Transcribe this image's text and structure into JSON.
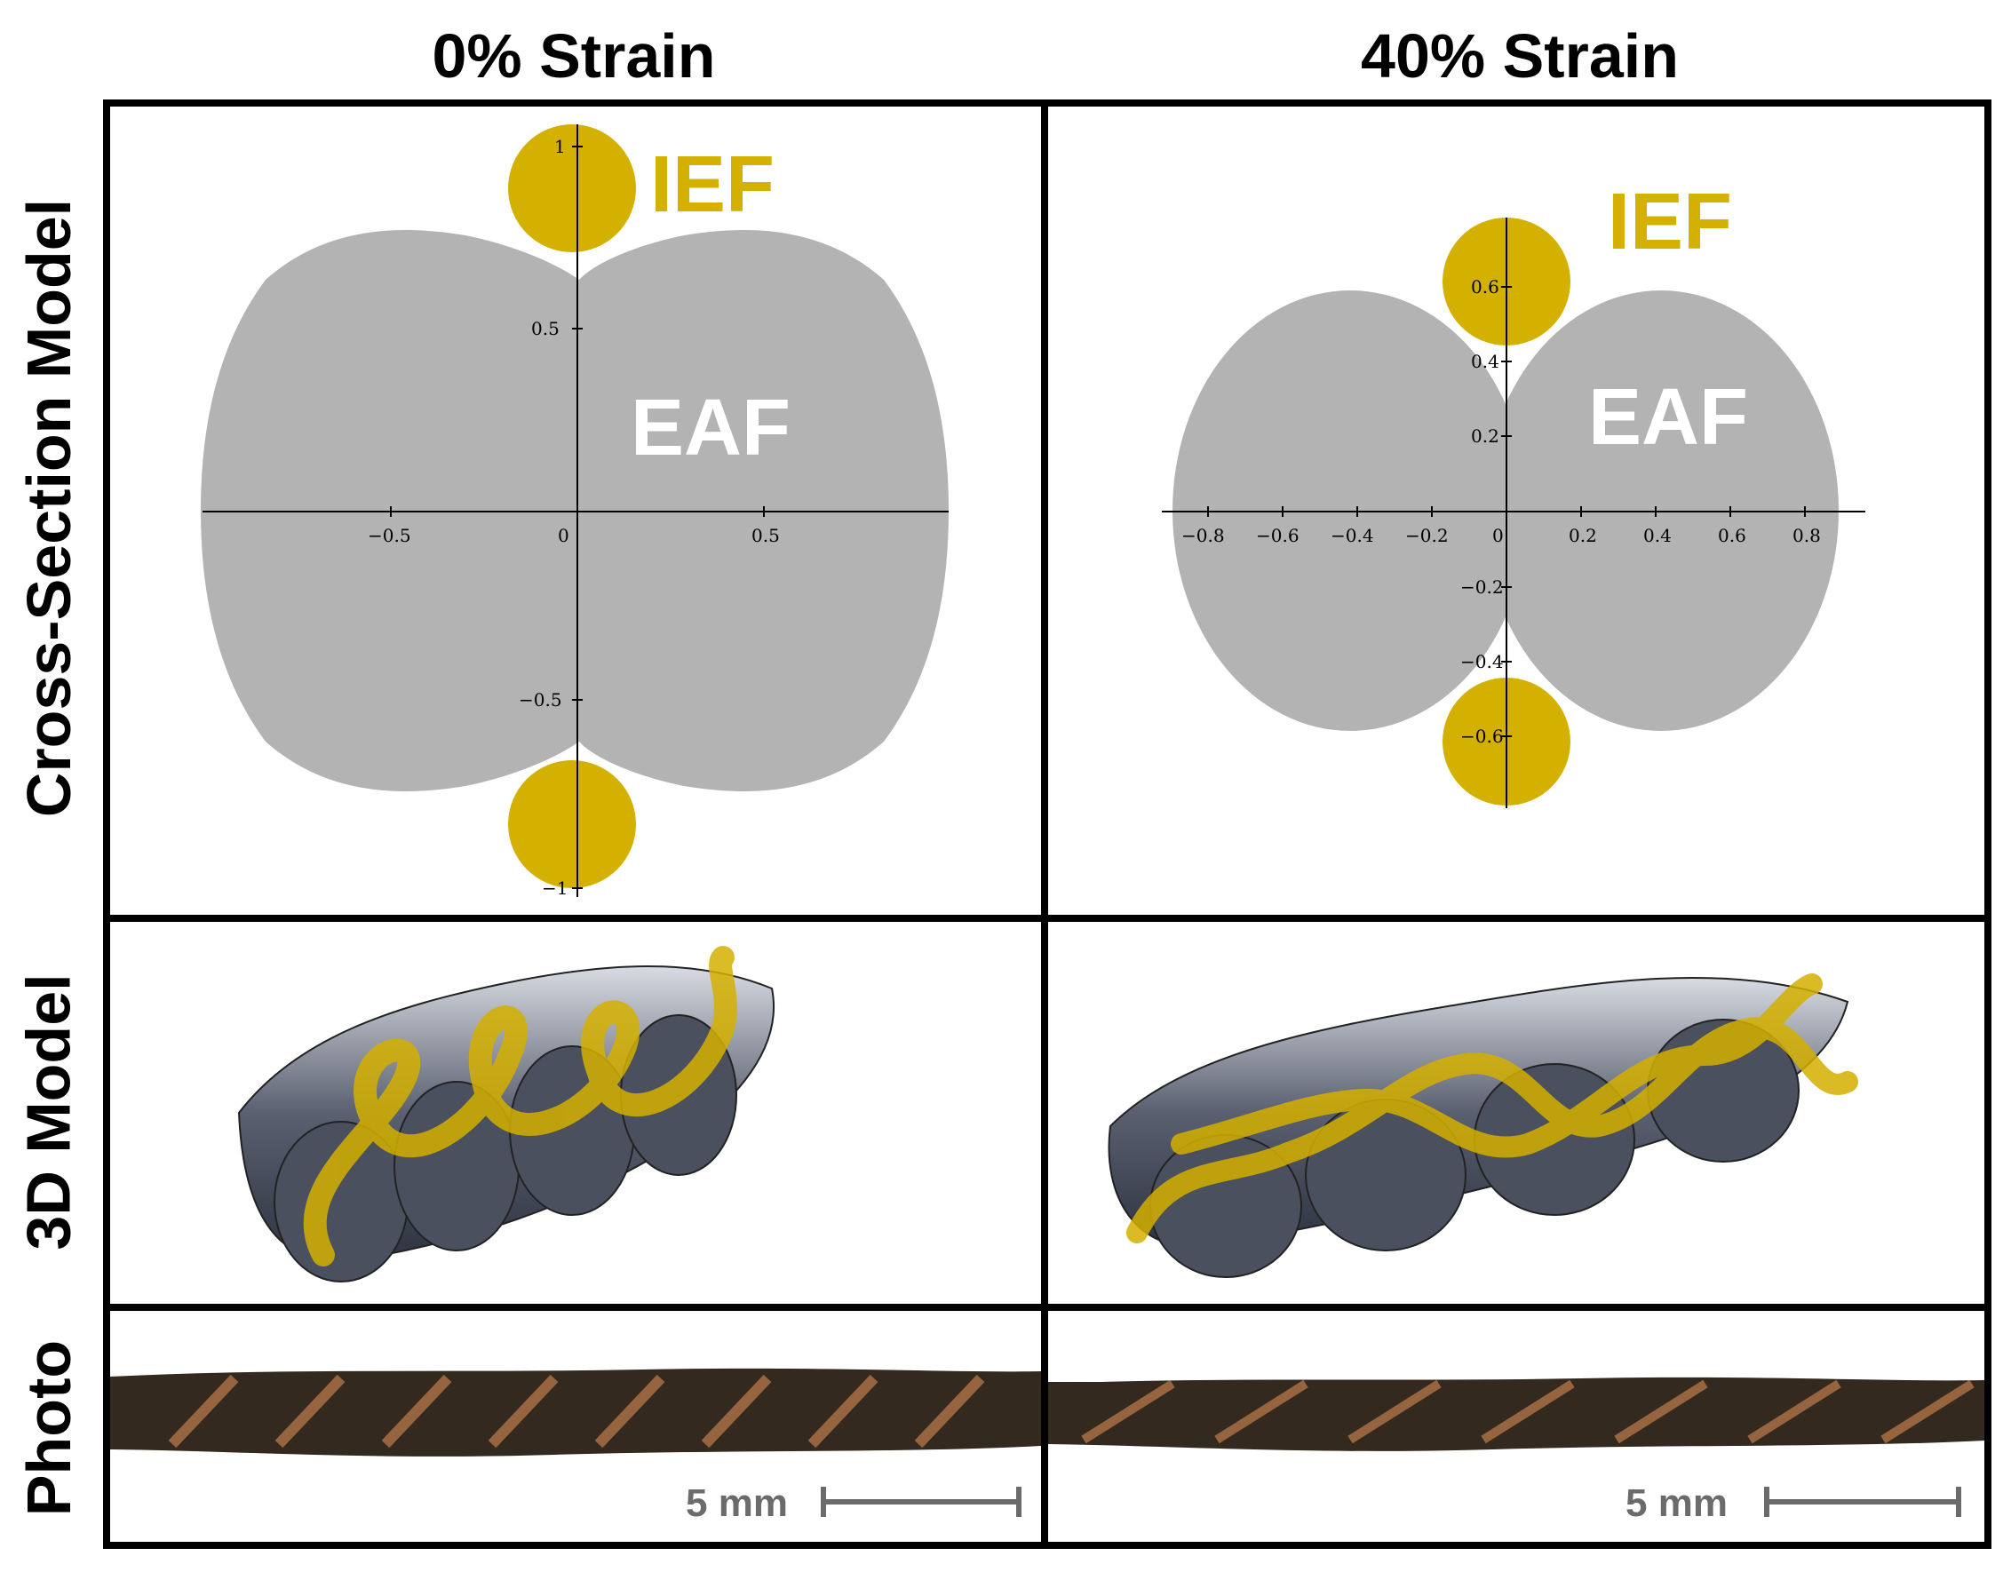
{
  "columns": {
    "left": "0% Strain",
    "right": "40% Strain"
  },
  "rows": {
    "cross_section": "Cross-Section Model",
    "model3d": "3D Model",
    "photo": "Photo"
  },
  "labels": {
    "ief_left": "IEF",
    "eaf_left": "EAF",
    "ief_right": "IEF",
    "eaf_right": "EAF"
  },
  "scale_bars": {
    "left": "5 mm",
    "right": "5 mm"
  },
  "colors": {
    "ief": "#d4b000",
    "eaf": "#b3b3b3",
    "frame": "#000000",
    "scale": "#6b6b6b"
  },
  "axes": {
    "left": {
      "x_ticks": [
        "−0.5",
        "0",
        "0.5"
      ],
      "y_ticks": [
        "1",
        "0.5",
        "−0.5",
        "−1"
      ]
    },
    "right": {
      "x_ticks": [
        "−0.8",
        "−0.6",
        "−0.4",
        "−0.2",
        "0",
        "0.2",
        "0.4",
        "0.6",
        "0.8"
      ],
      "y_ticks": [
        "0.6",
        "0.4",
        "0.2",
        "−0.2",
        "−0.4",
        "−0.6"
      ]
    }
  }
}
